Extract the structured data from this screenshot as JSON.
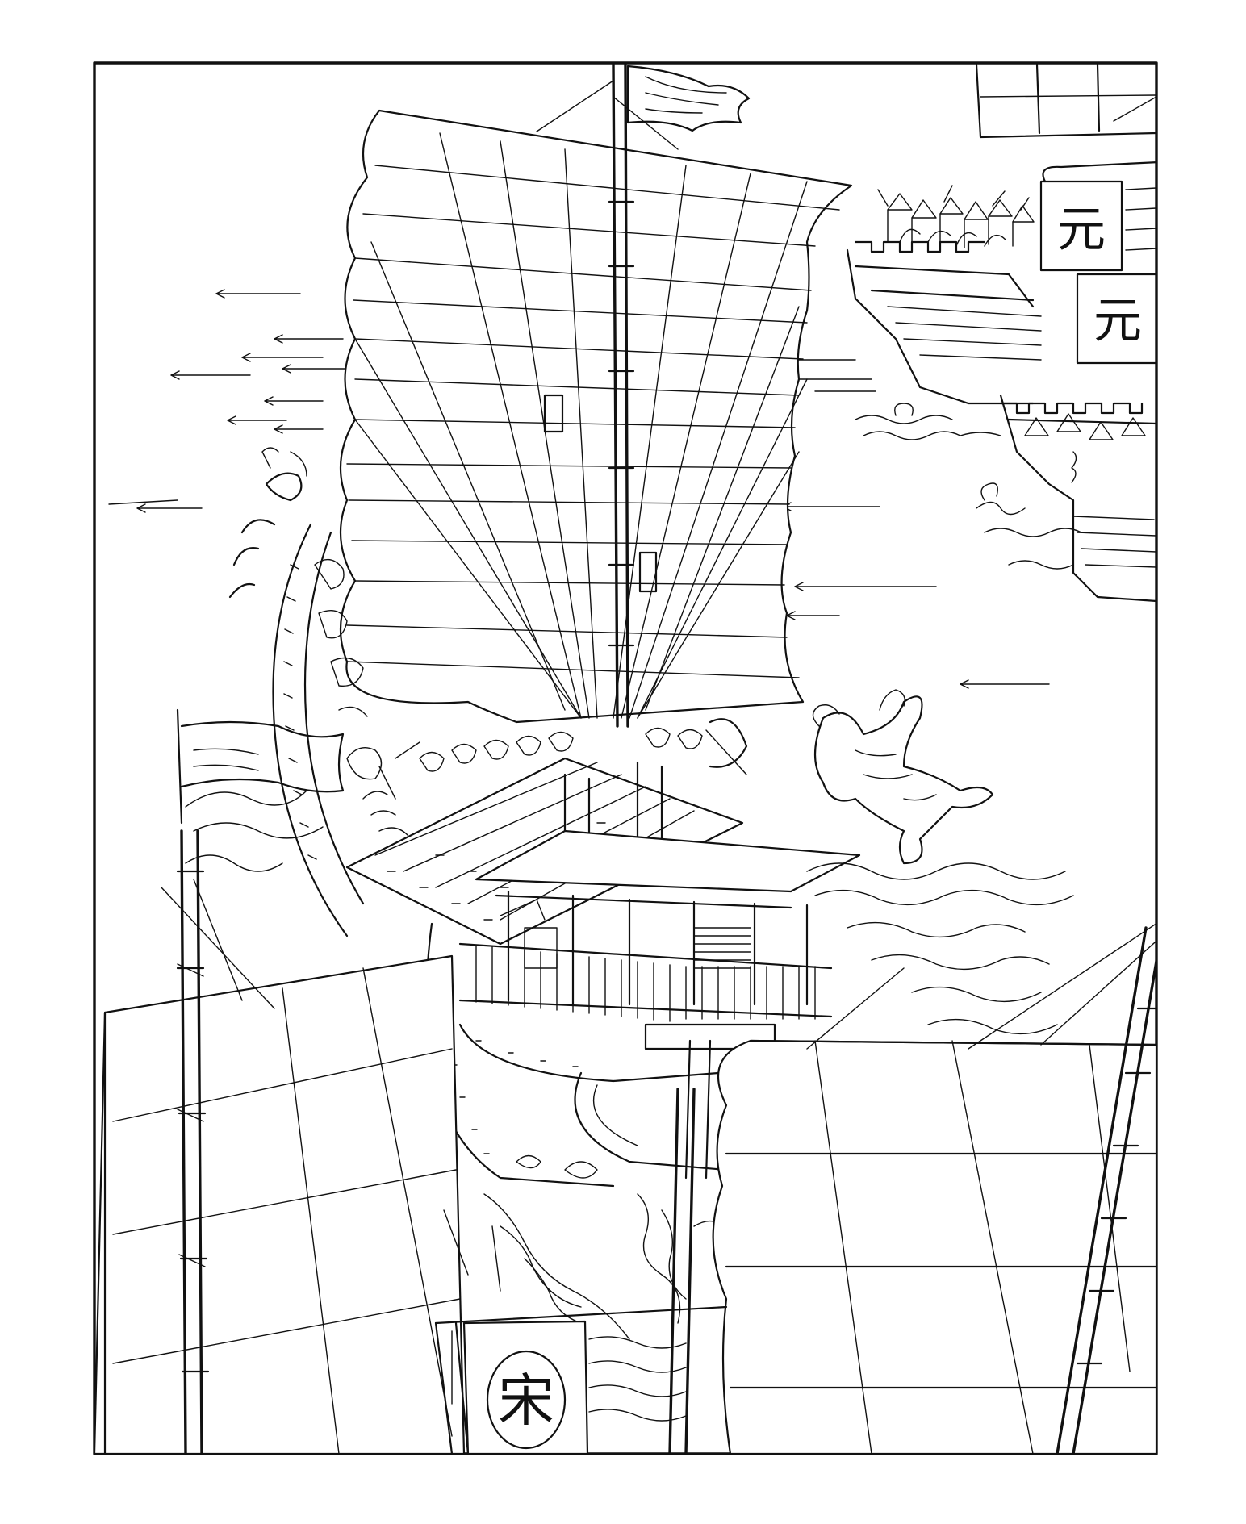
{
  "illustration": {
    "banners": {
      "song": "宋",
      "yuan_top": "元",
      "yuan_lower": "元"
    },
    "colors": {
      "ink": "#111111",
      "paper": "#ffffff"
    }
  }
}
